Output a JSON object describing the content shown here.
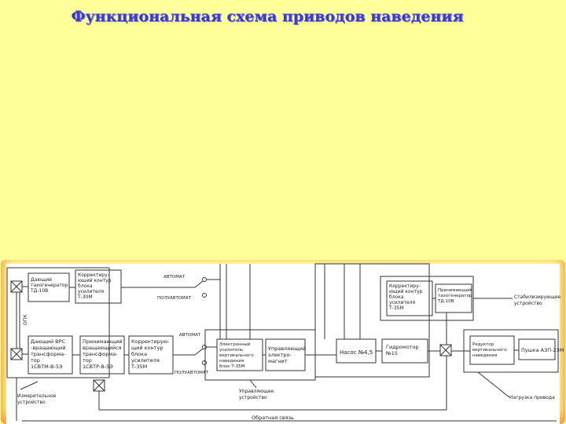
{
  "title": "Функциональная схема приводов наведения",
  "blocks": {
    "tg_top": [
      "Дающий",
      "тахогенератор",
      "ТД-10В"
    ],
    "korr_top": [
      "Корректиру-",
      "ющий контур",
      "блока",
      "усилителя",
      "Т-30М"
    ],
    "vrt": [
      "Дающий ВРС",
      "-вращающий",
      "трансформа-",
      "тор",
      "1СВТМ-В-5Э"
    ],
    "prin_vrt": [
      "Принимающий",
      "вращающийся",
      "трансформа-",
      "тор",
      "1СВТР-В-5Э"
    ],
    "korr_mid": [
      "Корректирую-",
      "щий контур",
      "блока",
      "усилителя",
      "Т-35М"
    ],
    "amp": [
      "Электронный",
      "усилитель",
      "вертикального",
      "наведения",
      "блок Т-35М"
    ],
    "magnet": [
      "Управляющий",
      "электро-",
      "магнит"
    ],
    "pump": [
      "Насос №4,5"
    ],
    "hydromotor": [
      "Гидромотор",
      "№15"
    ],
    "korr_right": [
      "Корректиру-",
      "ющий контур",
      "блока",
      "усилителя",
      "Т-35М"
    ],
    "tg_right": [
      "Принимающий",
      "тахогенератор",
      "ТД-10В"
    ],
    "reducer": [
      "Редуктор",
      "вертикального",
      "наведения"
    ],
    "gun": [
      "Пушка АЗП-23М"
    ]
  },
  "labels": {
    "auto_top": "АВТОМАТ",
    "semi_top": "ПОЛУАВТОМАТ",
    "auto_mid": "АВТОМАТ",
    "semi_mid": "ПОЛУАВТОМАТ",
    "measuring": [
      "Измерительное",
      "устройство"
    ],
    "control": [
      "Управляющее",
      "устройство"
    ],
    "stab": [
      "Стабилизирующее",
      "устройство"
    ],
    "load": "Нагрузка привода",
    "feedback": "Обратная связь",
    "opk": "ОПК"
  }
}
